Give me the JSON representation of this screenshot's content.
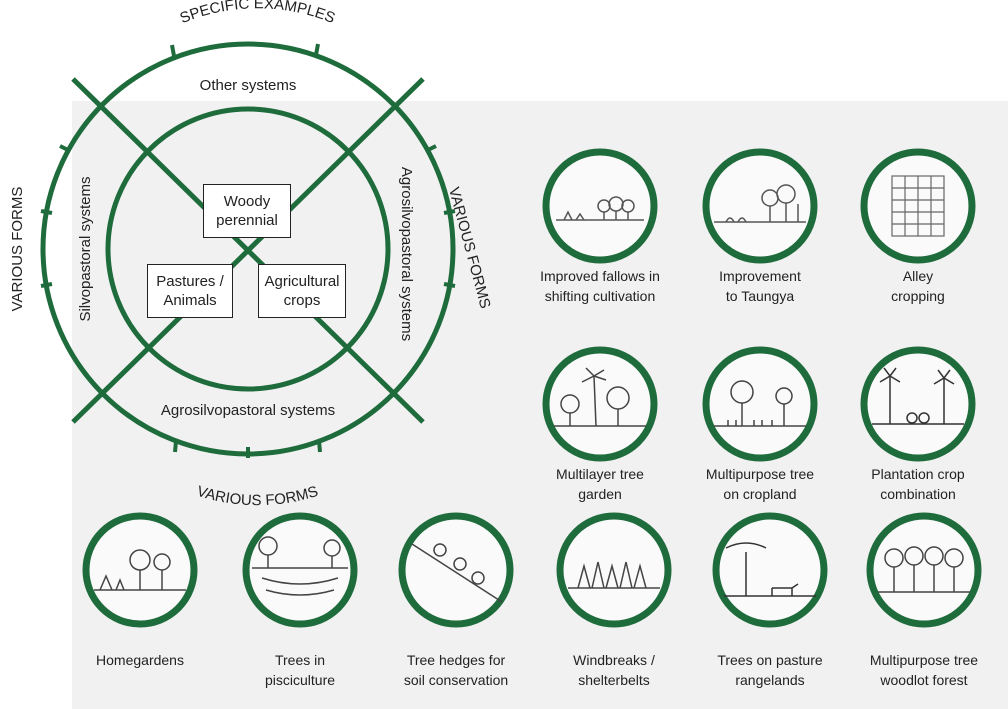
{
  "diagram": {
    "outer_top_label": "SPECIFIC EXAMPLES",
    "outer_left_label": "VARIOUS FORMS",
    "outer_right_label": "VARIOUS FORMS",
    "outer_bottom_label": "VARIOUS FORMS",
    "ring_top": "Other systems",
    "ring_left": "Silvopastoral systems",
    "ring_right": "Agrosilvopastoral systems",
    "ring_bottom": "Agrosilvopastoral systems",
    "component_woody": [
      "Woody",
      "perennial"
    ],
    "component_pastures": [
      "Pastures /",
      "Animals"
    ],
    "component_crops": [
      "Agricultural",
      "crops"
    ],
    "ring_color": "#1e6b3c"
  },
  "examples": [
    {
      "icon": "fallow-icon",
      "caption": [
        "Improved fallows in",
        "shifting cultivation"
      ]
    },
    {
      "icon": "taungya-icon",
      "caption": [
        "Improvement",
        "to Taungya"
      ]
    },
    {
      "icon": "alley-icon",
      "caption": [
        "Alley",
        "cropping"
      ]
    },
    {
      "icon": "multilayer-icon",
      "caption": [
        "Multilayer tree",
        "garden"
      ]
    },
    {
      "icon": "cropland-icon",
      "caption": [
        "Multipurpose tree",
        "on cropland"
      ]
    },
    {
      "icon": "plantation-icon",
      "caption": [
        "Plantation crop",
        "combination"
      ]
    },
    {
      "icon": "homegarden-icon",
      "caption": [
        "Homegardens",
        ""
      ]
    },
    {
      "icon": "pisciculture-icon",
      "caption": [
        "Trees in",
        "pisciculture"
      ]
    },
    {
      "icon": "hedge-icon",
      "caption": [
        "Tree hedges for",
        "soil conservation"
      ]
    },
    {
      "icon": "windbreak-icon",
      "caption": [
        "Windbreaks /",
        "shelterbelts"
      ]
    },
    {
      "icon": "pasture-icon",
      "caption": [
        "Trees on pasture",
        "rangelands"
      ]
    },
    {
      "icon": "woodlot-icon",
      "caption": [
        "Multipurpose tree",
        "woodlot forest"
      ]
    }
  ]
}
